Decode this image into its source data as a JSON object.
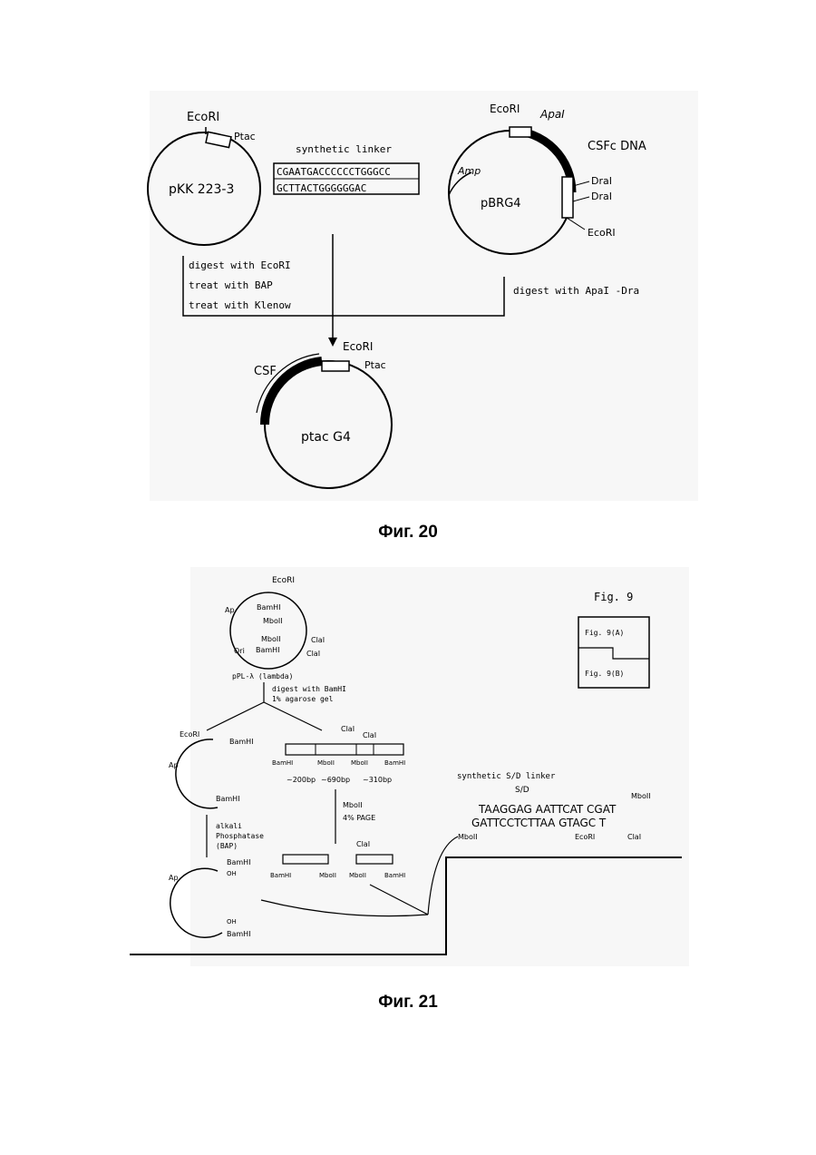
{
  "fig20": {
    "caption": "Фиг. 20",
    "plasmid_left": "pKK 223-3",
    "ecori_left": "EcoRI",
    "ptac_left": "Ptac",
    "linker_title": "synthetic linker",
    "linker_top": "CGAATGACCCCCCTGGGCC",
    "linker_bottom": "GCTTACTGGGGGGAC",
    "plasmid_right": "pBRG4",
    "ecori_right_top": "EcoRI",
    "apai": "ApaI",
    "csf_dna": "CSFc DNA",
    "amp": "Amp",
    "drai_1": "DraI",
    "drai_2": "DraI",
    "ecori_right_bottom": "EcoRI",
    "step_1": "digest with EcoRI",
    "step_2": "treat with BAP",
    "step_3": "treat with Klenow",
    "step_right": "digest with ApaI -Dra",
    "plasmid_result": "ptac G4",
    "csf": "CSF",
    "ecori_result": "EcoRI",
    "ptac_result": "Ptac"
  },
  "fig21": {
    "caption": "Фиг. 21",
    "ecori_top": "EcoRI",
    "bamhi_1": "BamHI",
    "mboii_1": "MboII",
    "mboii_2": "MboII",
    "bamhi_2": "BamHI",
    "clai_1": "ClaI",
    "clai_2": "ClaI",
    "amp": "Ap",
    "ori": "Ori",
    "plasmid": "pPL-λ (lambda)",
    "digest_1": "digest with BamHI",
    "digest_2": "1% agarose gel",
    "fig9": "Fig. 9",
    "fig9a": "Fig. 9(A)",
    "fig9b": "Fig. 9(B)",
    "frag_ecori": "EcoRI",
    "frag_bamhi_top": "BamHI",
    "frag_bamhi_bottom": "BamHI",
    "frag_amp": "Ap",
    "clai_a": "ClaI",
    "clai_b": "ClaI",
    "seg_bam_1": "BamHI",
    "seg_mbo_1": "MboII",
    "seg_mbo_2": "MboII",
    "seg_bam_2": "BamHI",
    "size_1": "~200bp",
    "size_2": "~690bp",
    "size_3": "~310bp",
    "mboii_step": "MboII",
    "page_step": "4% PAGE",
    "bap_1": "alkali",
    "bap_2": "Phosphatase",
    "bap_3": "(BAP)",
    "linker_title": "synthetic S/D linker",
    "sd": "S/D",
    "mboii_right": "MboII",
    "linker_top": "TAAGGAG AATTCAT CGAT",
    "linker_bottom": "GATTCCTCTTAA GTAGC T",
    "linker_mbo": "MboII",
    "linker_ecori": "EcoRI",
    "linker_clai": "ClaI",
    "bottom_bam_1": "BamHI",
    "bottom_mbo_1": "MboII",
    "bottom_clai": "ClaI",
    "bottom_mbo_2": "MboII",
    "bottom_bam_2": "BamHI",
    "vec_bamhi_top": "BamHI",
    "vec_bamhi_bottom": "BamHI",
    "vec_oh_top": "OH",
    "vec_oh_bottom": "OH",
    "vec_amp": "Ap"
  }
}
